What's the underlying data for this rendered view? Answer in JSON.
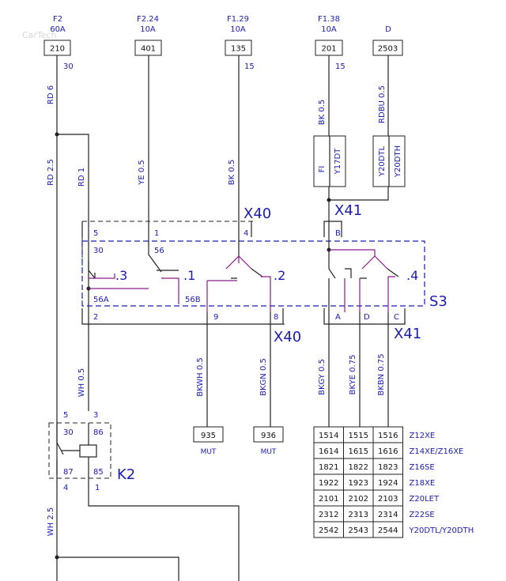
{
  "watermark": "CarTech",
  "fuses": [
    {
      "name": "F2",
      "rating": "60A",
      "box": "210",
      "pin": "30"
    },
    {
      "name": "F2.24",
      "rating": "10A",
      "box": "401",
      "pin": ""
    },
    {
      "name": "F1.29",
      "rating": "10A",
      "box": "135",
      "pin": "15"
    },
    {
      "name": "F1.38",
      "rating": "10A",
      "box": "201",
      "pin": "15"
    },
    {
      "name": "D",
      "rating": "",
      "box": "2503",
      "pin": ""
    }
  ],
  "wires": {
    "rd6": "RD 6",
    "rd25": "RD 2.5",
    "rd1": "RD 1",
    "ye05": "YE 0.5",
    "bk05a": "BK 0.5",
    "bk05b": "BK 0.5",
    "rdbu05": "RDBU 0.5",
    "wh05": "WH 0.5",
    "wh25": "WH 2.5",
    "bkwh05": "BKWH 0.5",
    "bkgn05": "BKGN 0.5",
    "bkgy05": "BKGY 0.5",
    "bkye075": "BKYE 0.75",
    "bkbn075": "BKBN 0.75"
  },
  "variant_boxes": {
    "fi": {
      "a": "FI",
      "b": "Y17DT"
    },
    "y20": {
      "a": "Y20DTL",
      "b": "Y20DTH"
    }
  },
  "connectors": {
    "x40_top": "X40",
    "x41_top": "X41",
    "x40_bot": "X40",
    "x41_bot": "X41",
    "s3": "S3",
    "k2": "K2"
  },
  "pins": {
    "p5": "5",
    "p1": "1",
    "p4": "4",
    "pB": "B",
    "p30": "30",
    "p56": "56",
    "p56A": "56A",
    "p56B": "56B",
    "p2": "2",
    "p9": "9",
    "p8": "8",
    "pA": "A",
    "pD": "D",
    "pC": "C",
    "k5": "5",
    "k3": "3",
    "k30": "30",
    "k86": "86",
    "k87": "87",
    "k85": "85",
    "k4": "4",
    "k1": "1"
  },
  "switches": {
    "s3": ".3",
    "s1": ".1",
    "s2": ".2",
    "s4": ".4"
  },
  "grounds": [
    {
      "box": "935",
      "label": "MUT"
    },
    {
      "box": "936",
      "label": "MUT"
    }
  ],
  "engine_table": {
    "rows": [
      {
        "cells": [
          "1514",
          "1515",
          "1516"
        ],
        "engine": "Z12XE"
      },
      {
        "cells": [
          "1614",
          "1615",
          "1616"
        ],
        "engine": "Z14XE/Z16XE"
      },
      {
        "cells": [
          "1821",
          "1822",
          "1823"
        ],
        "engine": "Z16SE"
      },
      {
        "cells": [
          "1922",
          "1923",
          "1924"
        ],
        "engine": "Z18XE"
      },
      {
        "cells": [
          "2101",
          "2102",
          "2103"
        ],
        "engine": "Z20LET"
      },
      {
        "cells": [
          "2312",
          "2313",
          "2314"
        ],
        "engine": "Z22SE"
      },
      {
        "cells": [
          "2542",
          "2543",
          "2544"
        ],
        "engine": "Y20DTL/Y20DTH"
      }
    ]
  }
}
